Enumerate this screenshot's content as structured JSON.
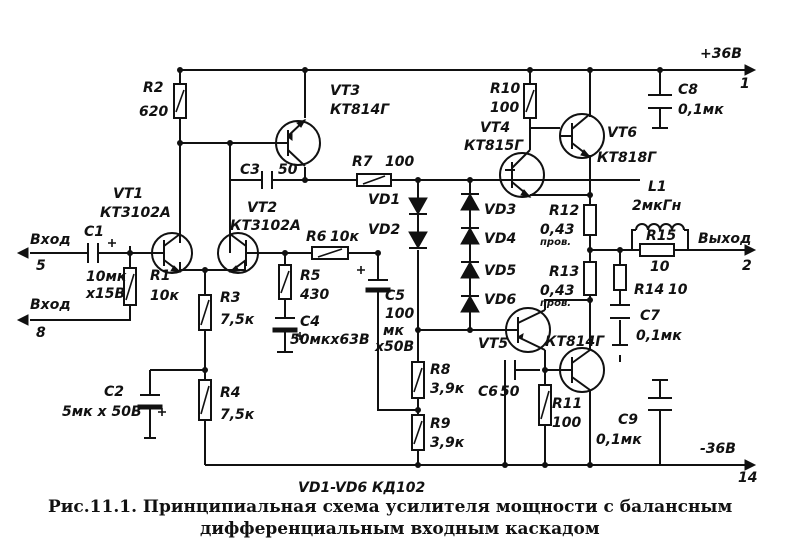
{
  "rails": {
    "positive": "+36В",
    "positive_pin": "1",
    "negative": "-36В",
    "negative_pin": "14"
  },
  "ports": {
    "input1": "Вход",
    "input1_pin": "5",
    "input2": "Вход",
    "input2_pin": "8",
    "output": "Выход",
    "output_pin": "2"
  },
  "transistors": {
    "vt1": {
      "name": "VT1",
      "type": "КТ3102А"
    },
    "vt2": {
      "name": "VT2",
      "type": "КТ3102А"
    },
    "vt3": {
      "name": "VT3",
      "type": "КТ814Г"
    },
    "vt4": {
      "name": "VT4",
      "type": "КТ815Г"
    },
    "vt5": {
      "name": "VT5",
      "type": "КТ814Г"
    },
    "vt6": {
      "name": "VT6",
      "type": "КТ818Г"
    }
  },
  "resistors": {
    "r1": {
      "name": "R1",
      "value": "10к"
    },
    "r2": {
      "name": "R2",
      "value": "620"
    },
    "r3": {
      "name": "R3",
      "value": "7,5к"
    },
    "r4": {
      "name": "R4",
      "value": "7,5к"
    },
    "r5": {
      "name": "R5",
      "value": "430"
    },
    "r6": {
      "name": "R6",
      "value": "10к"
    },
    "r7": {
      "name": "R7",
      "value": "100"
    },
    "r8": {
      "name": "R8",
      "value": "3,9к"
    },
    "r9": {
      "name": "R9",
      "value": "3,9к"
    },
    "r10": {
      "name": "R10",
      "value": "100"
    },
    "r11": {
      "name": "R11",
      "value": "100"
    },
    "r12": {
      "name": "R12",
      "value": "0,43",
      "note": "пров."
    },
    "r13": {
      "name": "R13",
      "value": "0,43",
      "note": "пров."
    },
    "r14": {
      "name": "R14",
      "value": "10"
    },
    "r15": {
      "name": "R15",
      "value": "10"
    }
  },
  "capacitors": {
    "c1": {
      "name": "C1",
      "value_a": "10мк",
      "value_b": "х15В"
    },
    "c2": {
      "name": "C2",
      "value": "5мк х 50В"
    },
    "c3": {
      "name": "C3",
      "value": "50"
    },
    "c4": {
      "name": "C4",
      "value": "50мкх63В"
    },
    "c5": {
      "name": "C5",
      "value_a": "100",
      "value_b": "мк",
      "value_c": "х50В"
    },
    "c6": {
      "name": "C6",
      "value": "50"
    },
    "c7": {
      "name": "C7",
      "value": "0,1мк"
    },
    "c8": {
      "name": "C8",
      "value": "0,1мк"
    },
    "c9": {
      "name": "C9",
      "value": "0,1мк"
    }
  },
  "inductor": {
    "name": "L1",
    "value": "2мкГн"
  },
  "diodes": {
    "vd1": "VD1",
    "vd2": "VD2",
    "vd3": "VD3",
    "vd4": "VD4",
    "vd5": "VD5",
    "vd6": "VD6",
    "note": "VD1-VD6  КД102"
  },
  "caption": {
    "line1": "Рис.11.1. Принципиальная схема усилителя мощности с балансным",
    "line2": "дифференциальным входным каскадом"
  }
}
